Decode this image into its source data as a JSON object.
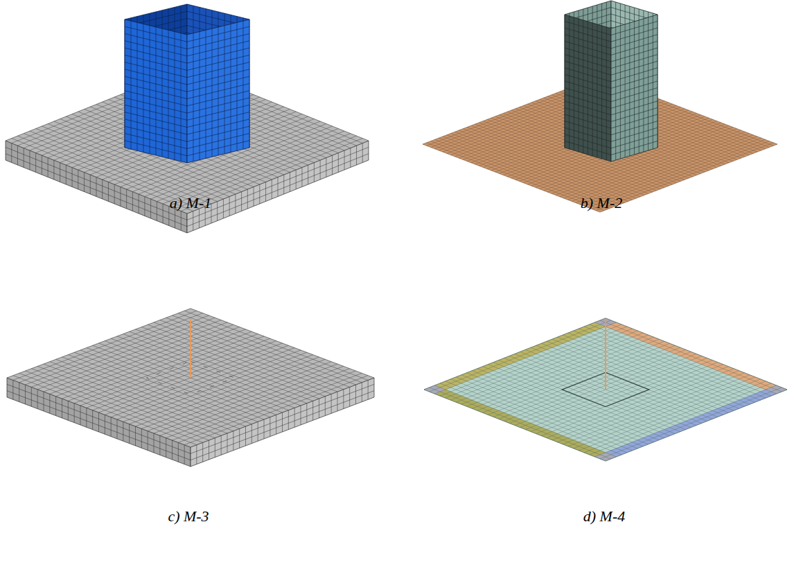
{
  "diagram": {
    "labels": [
      "a) M-1",
      "b) M-2",
      "c) M-3",
      "d) M-4"
    ]
  }
}
